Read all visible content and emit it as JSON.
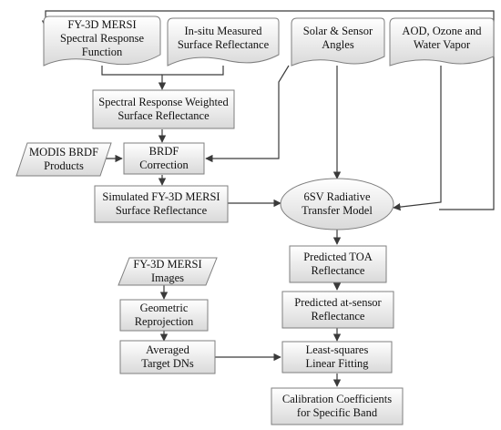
{
  "nodes": {
    "fy3d_srf": {
      "label": "FY-3D MERSI\nSpectral Response\nFunction"
    },
    "insitu": {
      "label": "In-situ Measured\nSurface Reflectance"
    },
    "solar_angles": {
      "label": "Solar & Sensor\nAngles"
    },
    "aod": {
      "label": "AOD, Ozone and\nWater Vapor"
    },
    "srw_refl": {
      "label": "Spectral Response Weighted\nSurface Reflectance"
    },
    "modis_brdf": {
      "label": "MODIS BRDF\nProducts"
    },
    "brdf_corr": {
      "label": "BRDF Correction"
    },
    "sim_refl": {
      "label": "Simulated FY-3D MERSI\nSurface Reflectance"
    },
    "sixsv": {
      "label": "6SV Radiative\nTransfer Model"
    },
    "pred_toa": {
      "label": "Predicted TOA\nReflectance"
    },
    "pred_sensor": {
      "label": "Predicted at-sensor\nReflectance"
    },
    "fy3d_images": {
      "label": "FY-3D MERSI\nImages"
    },
    "geo_reproj": {
      "label": "Geometric\nReprojection"
    },
    "avg_dn": {
      "label": "Averaged\nTarget DNs"
    },
    "lsq": {
      "label": "Least-squares\nLinear Fitting"
    },
    "calib": {
      "label": "Calibration Coefficients\nfor Specific Band"
    }
  },
  "colors": {
    "stroke": "#7f7f7f",
    "fill_light": "#ffffff",
    "fill_dark": "#d9d9d9",
    "arrow": "#3a3a3a",
    "text": "#111111"
  }
}
